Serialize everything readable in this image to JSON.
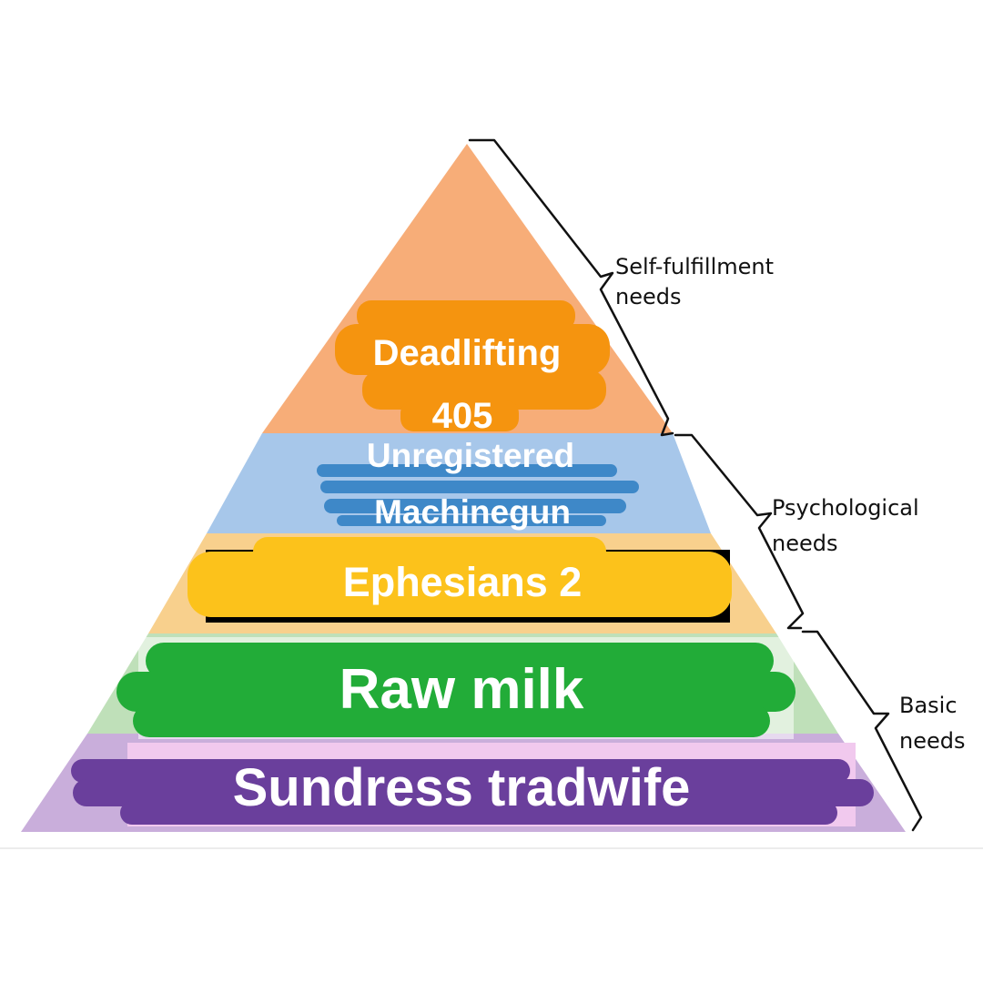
{
  "pyramid": {
    "levels": [
      {
        "id": "top",
        "lines": [
          "Deadlifting",
          "405"
        ],
        "fill": "#f7ad78",
        "scribble": "#f5940f"
      },
      {
        "id": "second",
        "lines": [
          "Unregistered",
          "Machinegun"
        ],
        "fill": "#a7c7ea",
        "scribble": "#3e88c8"
      },
      {
        "id": "third",
        "lines": [
          "Ephesians 2"
        ],
        "fill": "#f8d08d",
        "scribble": "#fcc21b"
      },
      {
        "id": "fourth",
        "lines": [
          "Raw milk"
        ],
        "fill": "#bfe0b9",
        "scribble": "#22ac38"
      },
      {
        "id": "base",
        "lines": [
          "Sundress tradwife"
        ],
        "fill": "#c9aedb",
        "scribble": "#6a3f9c"
      }
    ]
  },
  "brackets": [
    {
      "id": "self-fulfillment",
      "lines": [
        "Self-fulfillment",
        "needs"
      ]
    },
    {
      "id": "psychological",
      "lines": [
        "Psychological",
        "needs"
      ]
    },
    {
      "id": "basic",
      "lines": [
        "Basic",
        "needs"
      ]
    }
  ],
  "colors": {
    "background": "#ffffff",
    "bracket": "#111111",
    "text": "#ffffff"
  }
}
